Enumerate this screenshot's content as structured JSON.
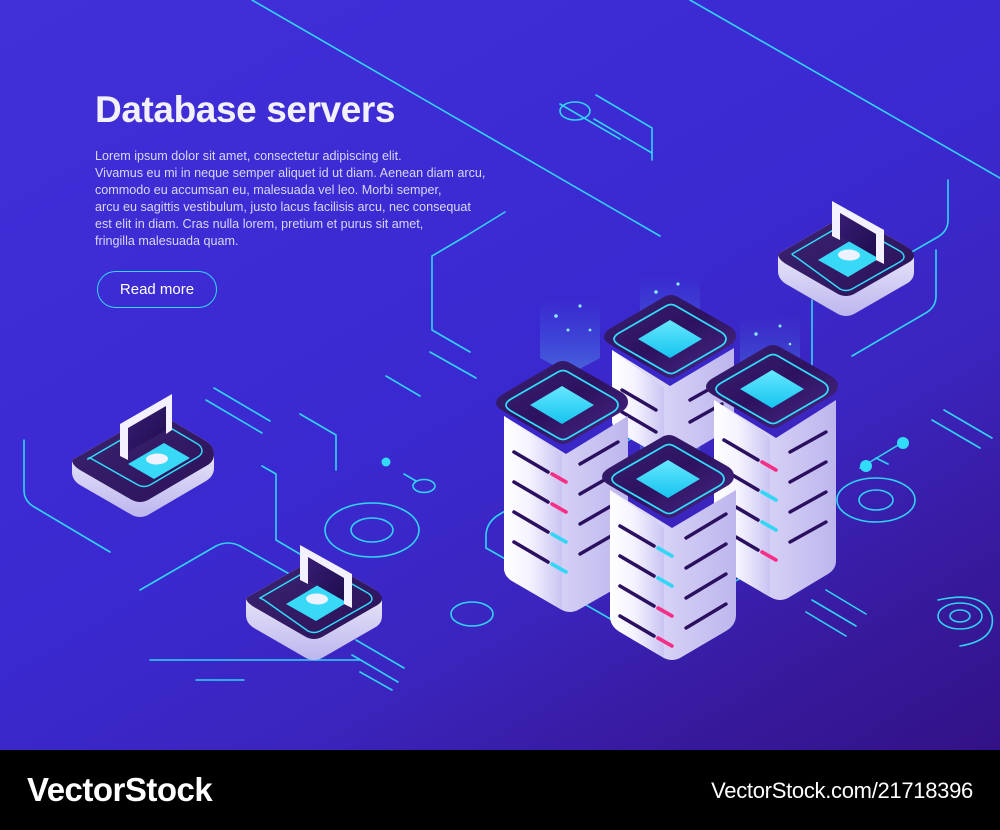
{
  "hero": {
    "title": "Database servers",
    "paragraph_lines": [
      "Lorem ipsum dolor sit amet, consectetur adipiscing elit.",
      "Vivamus eu mi in neque semper aliquet id ut diam. Aenean diam arcu,",
      "commodo eu accumsan eu, malesuada vel leo. Morbi semper,",
      "arcu eu sagittis vestibulum, justo lacus facilisis arcu, nec consequat",
      "est elit in diam. Cras nulla lorem, pretium et purus sit amet,",
      "fringilla malesuada quam."
    ],
    "cta_label": "Read more"
  },
  "footer": {
    "brand": "VectorStock",
    "url_code": "VectorStock.com/21718396"
  },
  "illustration": {
    "description": "Isometric database server cluster with four server towers, three laptop nodes and cyan circuit traces",
    "server_towers": [
      {
        "name": "server-tower-back-center",
        "indicator_count": 4
      },
      {
        "name": "server-tower-left",
        "indicator_count": 4
      },
      {
        "name": "server-tower-right",
        "indicator_count": 4
      },
      {
        "name": "server-tower-front-center",
        "indicator_count": 4
      }
    ],
    "laptop_nodes": [
      {
        "name": "laptop-node-left",
        "facing": "left"
      },
      {
        "name": "laptop-node-bottom-left",
        "facing": "right"
      },
      {
        "name": "laptop-node-top-right",
        "facing": "right"
      }
    ]
  },
  "colors": {
    "background_top": "#4130d8",
    "background_bottom": "#331287",
    "accent_cyan": "#31d8f7",
    "chip_cyan": "#38d8f7",
    "indicator_pink": "#f72e86",
    "tower_dark": "#2b1060",
    "tower_light": "#ffffff",
    "footer_bar": "#000000",
    "text_light": "#f2f1fb"
  }
}
